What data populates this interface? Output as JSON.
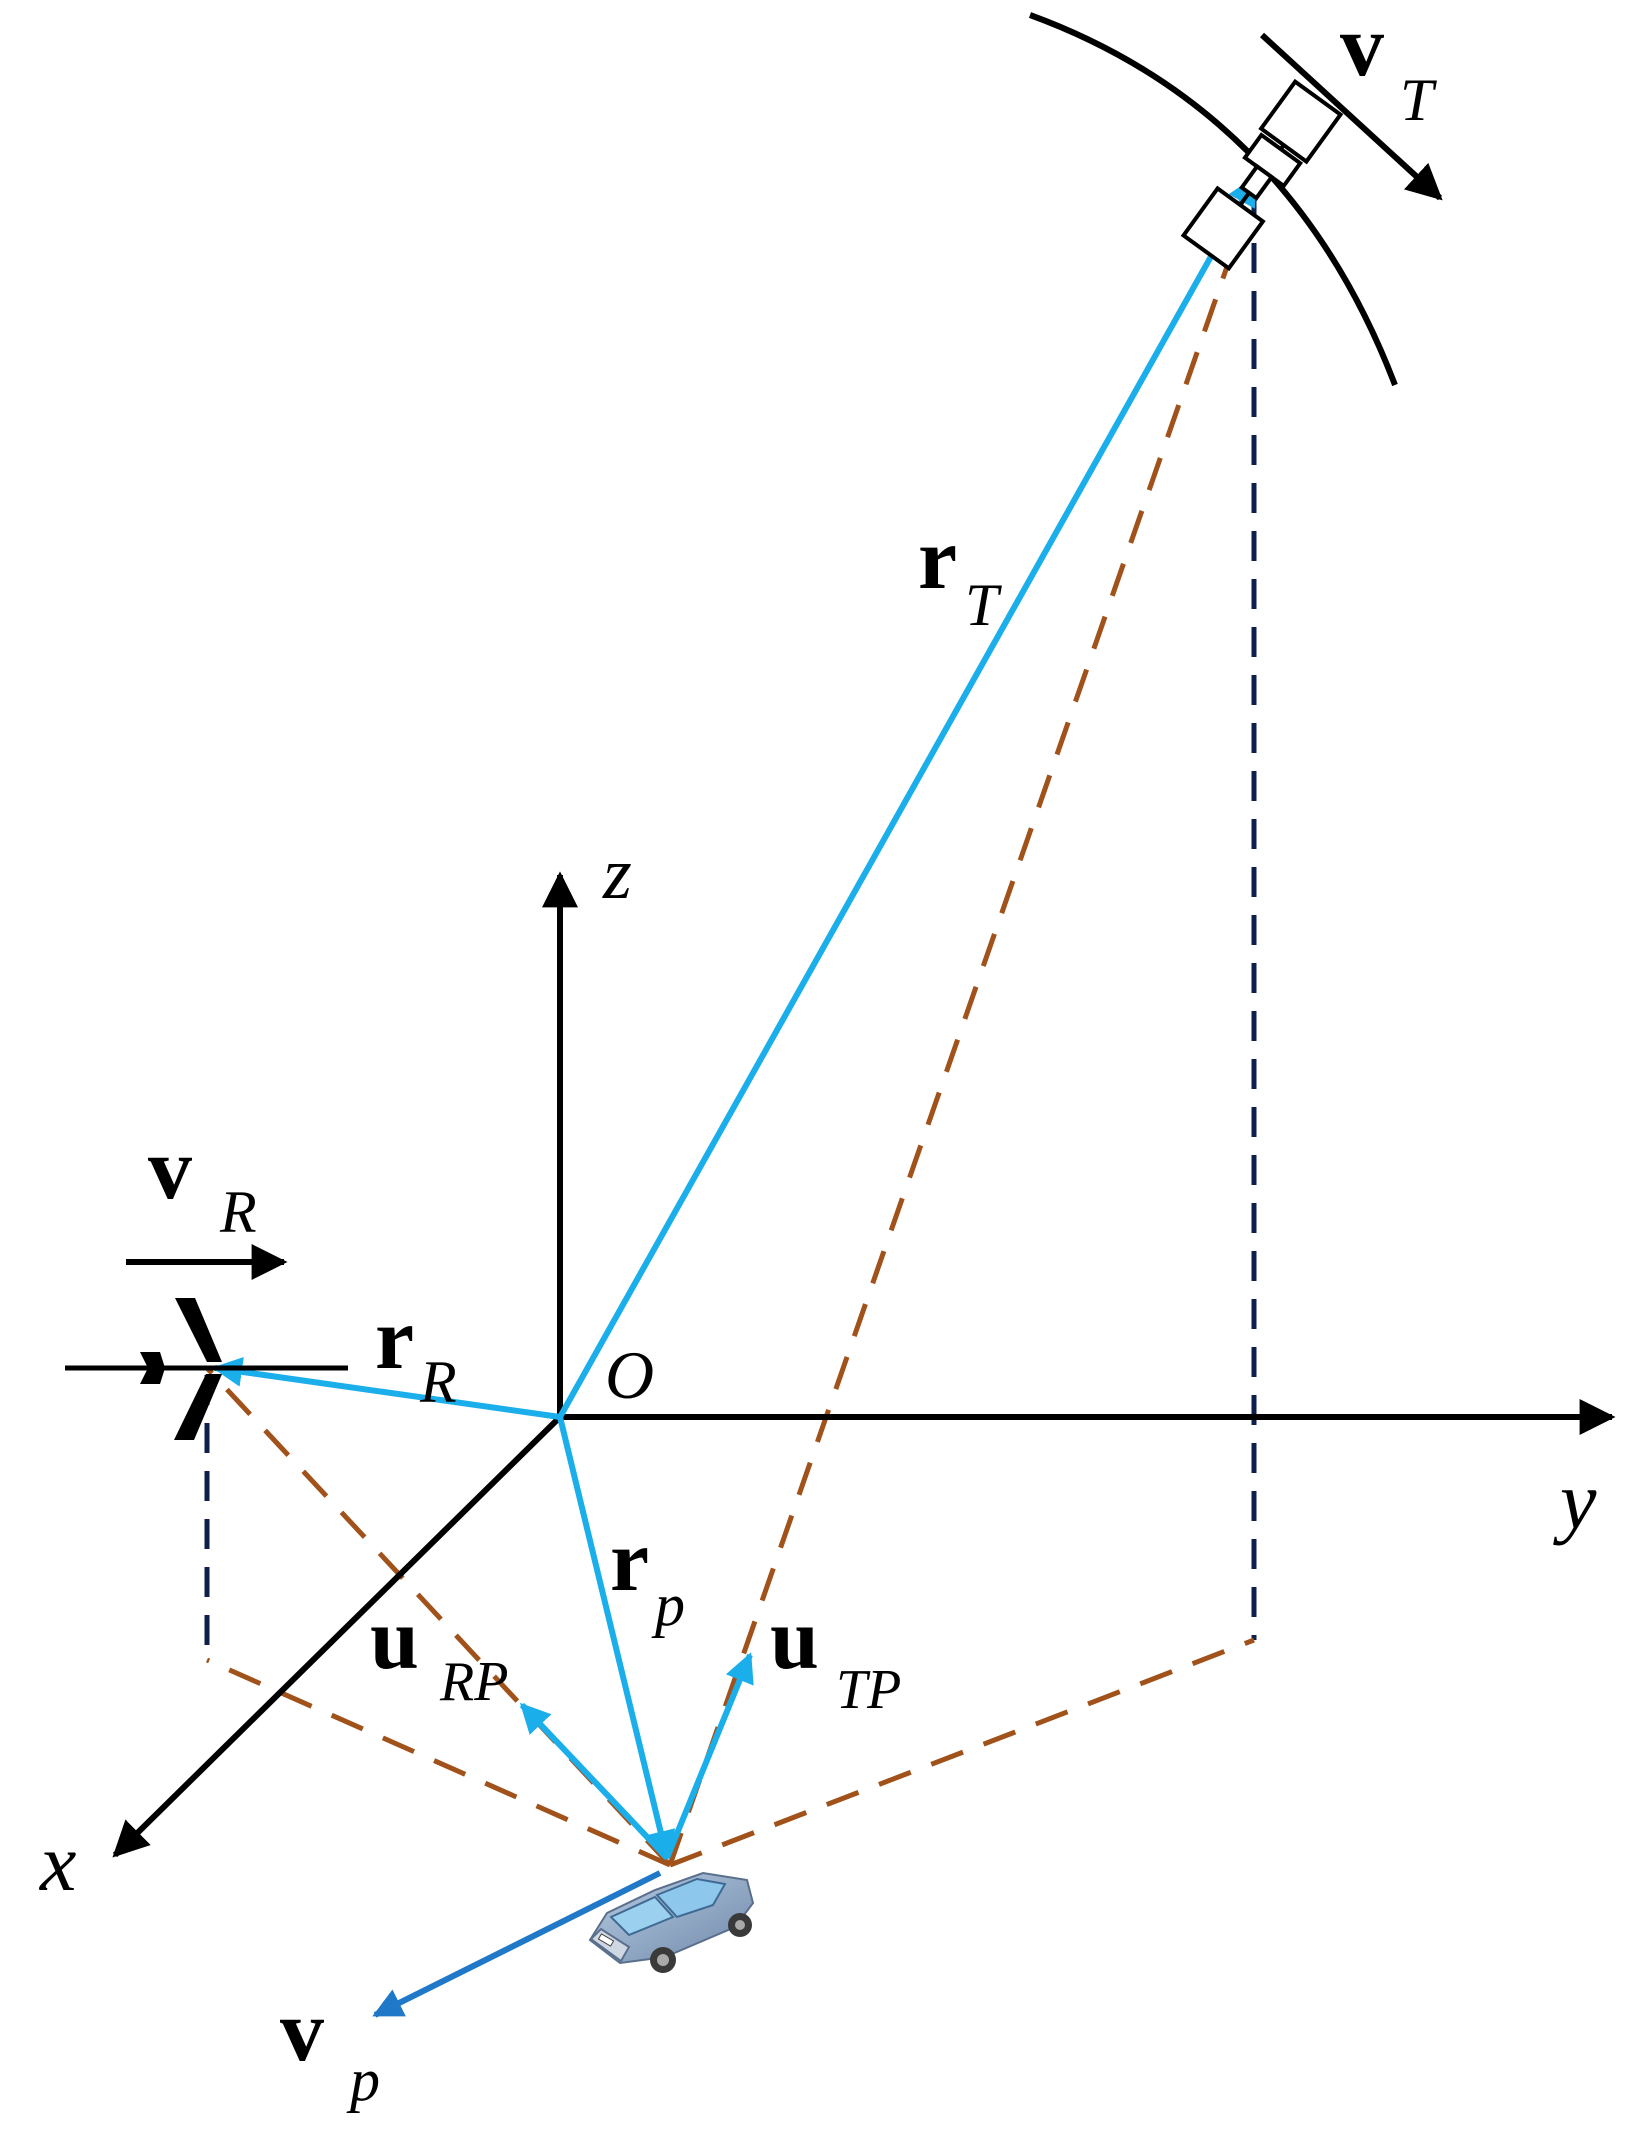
{
  "axes": {
    "x": "x",
    "y": "y",
    "z": "z",
    "origin": "O"
  },
  "vectors": {
    "vT": {
      "main": "v",
      "sub": "T"
    },
    "rT": {
      "main": "r",
      "sub": "T"
    },
    "vR": {
      "main": "v",
      "sub": "R"
    },
    "rR": {
      "main": "r",
      "sub": "R"
    },
    "rp": {
      "main": "r",
      "sub": "p"
    },
    "uRP": {
      "main": "u",
      "sub": "RP"
    },
    "uTP": {
      "main": "u",
      "sub": "TP"
    },
    "vp": {
      "main": "v",
      "sub": "p"
    }
  },
  "colors": {
    "axis": "#000000",
    "vector": "#1aaeea",
    "vp_vector": "#1f78c8",
    "projection": "#0d1f4a",
    "bistatic": "#a0521a"
  },
  "icons": {
    "transmitter": "satellite-icon",
    "receiver": "airplane-icon",
    "target": "car-icon"
  }
}
